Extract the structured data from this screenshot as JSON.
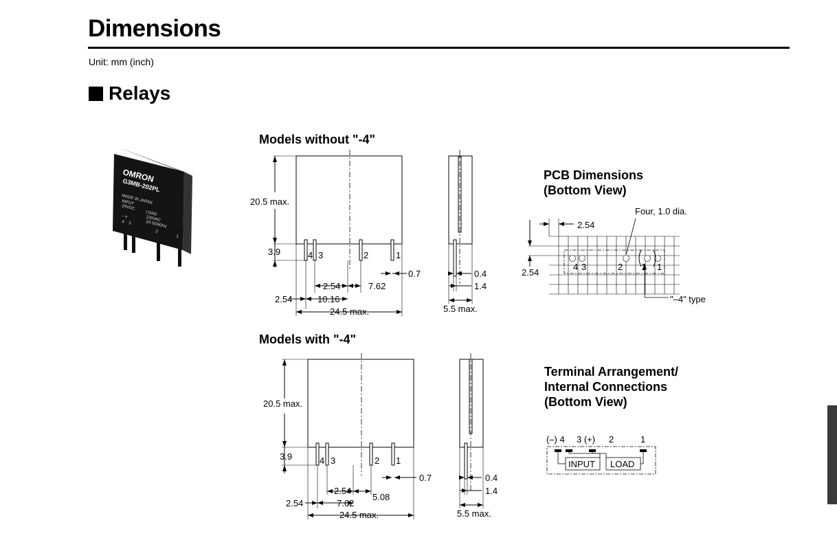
{
  "page": {
    "title": "Dimensions",
    "unit": "Unit: mm (inch)",
    "section": "Relays"
  },
  "photo": {
    "brand": "OMRON",
    "model": "G3MB-202PL",
    "made": "MADE IN JAPAN",
    "input": "INPUT",
    "input_v": "24VDC",
    "load": "LOAD",
    "load_v": "120VAC",
    "load_a": "2A 50/60Hz",
    "pin_labels": [
      "4",
      "3",
      "2",
      "1"
    ],
    "polarity": "- +"
  },
  "without4": {
    "header": "Models without \"-4\"",
    "height": "20.5 max.",
    "pin_len": "3.9",
    "pins": [
      "4",
      "3",
      "2",
      "1"
    ],
    "pin_w": "0.7",
    "p1": "2.54",
    "p2": "7.62",
    "p3": "2.54",
    "p4": "10.16",
    "width": "24.5 max.",
    "side_t1": "0.4",
    "side_t2": "1.4",
    "side_w": "5.5 max."
  },
  "with4": {
    "header": "Models with \"-4\"",
    "height": "20.5 max.",
    "pin_len": "3.9",
    "pins": [
      "4",
      "3",
      "2",
      "1"
    ],
    "pin_w": "0.7",
    "p1": "2.54",
    "p2": "5.08",
    "p3": "2.54",
    "p4": "7.62",
    "width": "24.5 max.",
    "side_t1": "0.4",
    "side_t2": "1.4",
    "side_w": "5.5 max."
  },
  "pcb": {
    "header_l1": "PCB Dimensions",
    "header_l2": "(Bottom View)",
    "top_dim": "2.54",
    "left_dim": "2.54",
    "holes_note": "Four, 1.0 dia.",
    "type_note": "\"–4\" type",
    "labels": [
      "4",
      "3",
      "2",
      "1",
      "1"
    ]
  },
  "terminal": {
    "header_l1": "Terminal Arrangement/",
    "header_l2": "Internal Connections",
    "header_l3": "(Bottom View)",
    "labels": [
      "(–) 4",
      "3 (+)",
      "2",
      "1"
    ],
    "input": "INPUT",
    "load": "LOAD"
  }
}
